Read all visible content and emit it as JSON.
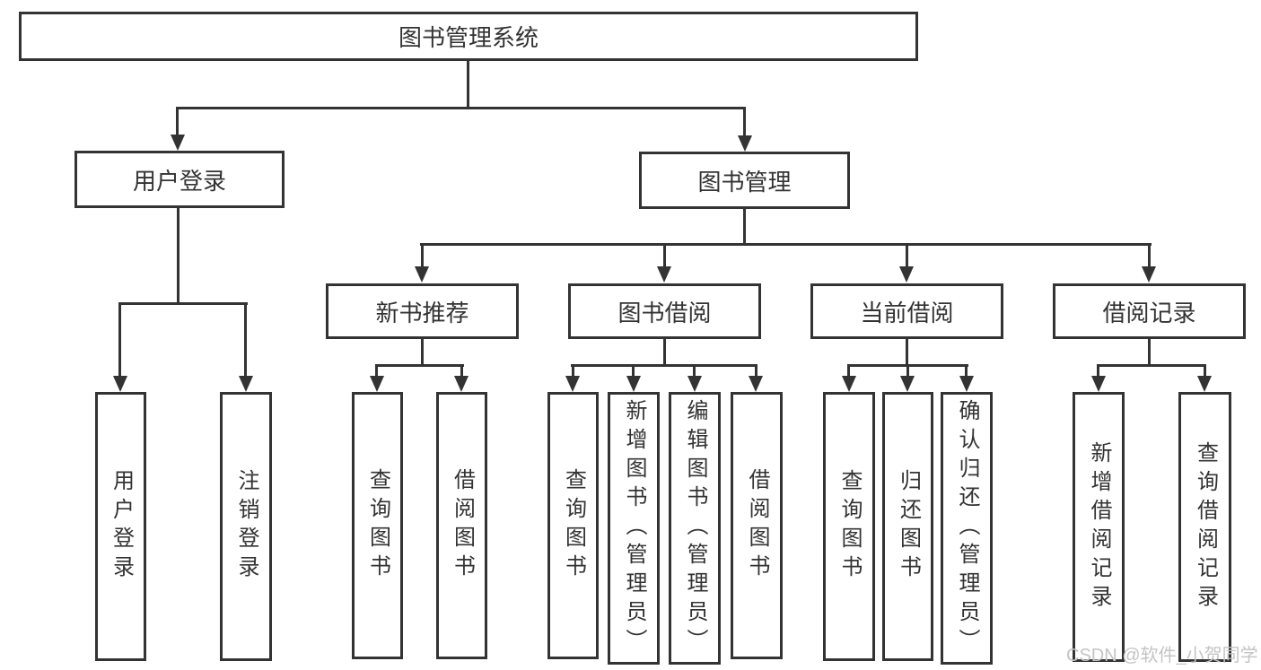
{
  "diagram": {
    "root": {
      "label": "图书管理系统"
    },
    "branches": [
      {
        "label": "用户登录",
        "children": [
          {
            "label": "用户登录"
          },
          {
            "label": "注销登录"
          }
        ]
      },
      {
        "label": "图书管理",
        "children": [
          {
            "label": "新书推荐",
            "children": [
              {
                "label": "查询图书"
              },
              {
                "label": "借阅图书"
              }
            ]
          },
          {
            "label": "图书借阅",
            "children": [
              {
                "label": "查询图书"
              },
              {
                "label": "新增图书（管理员）"
              },
              {
                "label": "编辑图书（管理员）"
              },
              {
                "label": "借阅图书"
              }
            ]
          },
          {
            "label": "当前借阅",
            "children": [
              {
                "label": "查询图书"
              },
              {
                "label": "归还图书"
              },
              {
                "label": "确认归还（管理员）"
              }
            ]
          },
          {
            "label": "借阅记录",
            "children": [
              {
                "label": "新增借阅记录"
              },
              {
                "label": "查询借阅记录"
              }
            ]
          }
        ]
      }
    ],
    "watermark": "CSDN @软件_小贺同学",
    "colors": {
      "line": "#333333",
      "text": "#333333",
      "box_bg": "#ffffff",
      "background": "#ffffff",
      "watermark": "#c4c4c4"
    }
  }
}
